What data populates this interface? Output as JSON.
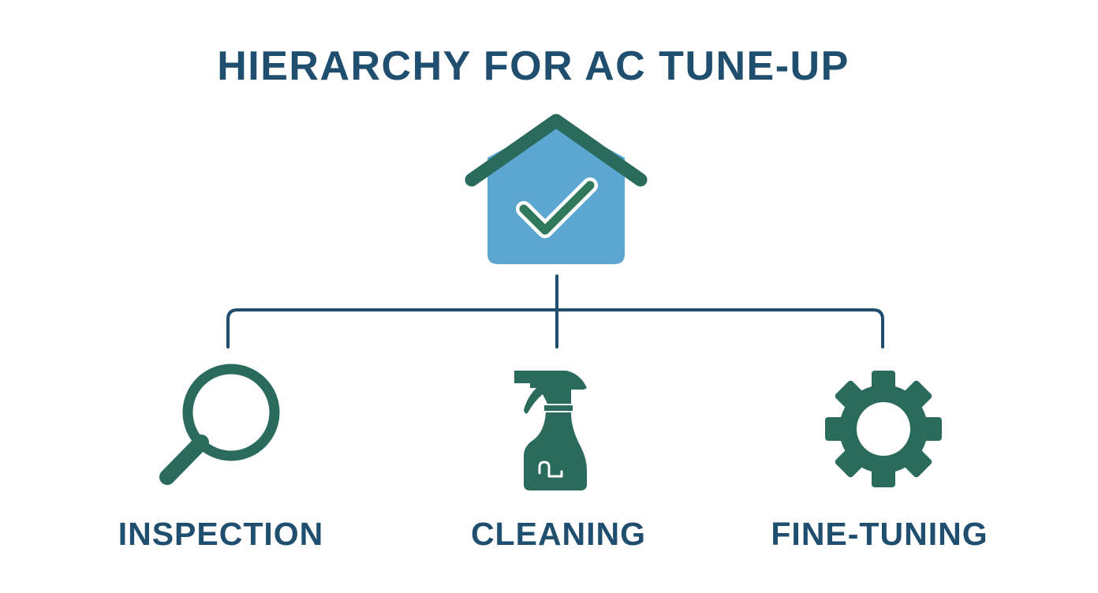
{
  "title": "HIERARCHY FOR AC TUNE-UP",
  "root": {
    "icon": "house-check-icon"
  },
  "children": [
    {
      "label": "INSPECTION",
      "icon": "magnifying-glass-icon"
    },
    {
      "label": "CLEANING",
      "icon": "spray-bottle-icon"
    },
    {
      "label": "FINE-TUNING",
      "icon": "gear-icon"
    }
  ],
  "colors": {
    "title_text": "#1f4e6f",
    "label_text": "#1f4e6f",
    "connector": "#1f4e6f",
    "house_body": "#5ba7d1",
    "house_roof": "#2a6b5d",
    "icon_green": "#2a6b5d",
    "check_fill": "#2f7a5c",
    "check_outline": "#ffffff"
  }
}
